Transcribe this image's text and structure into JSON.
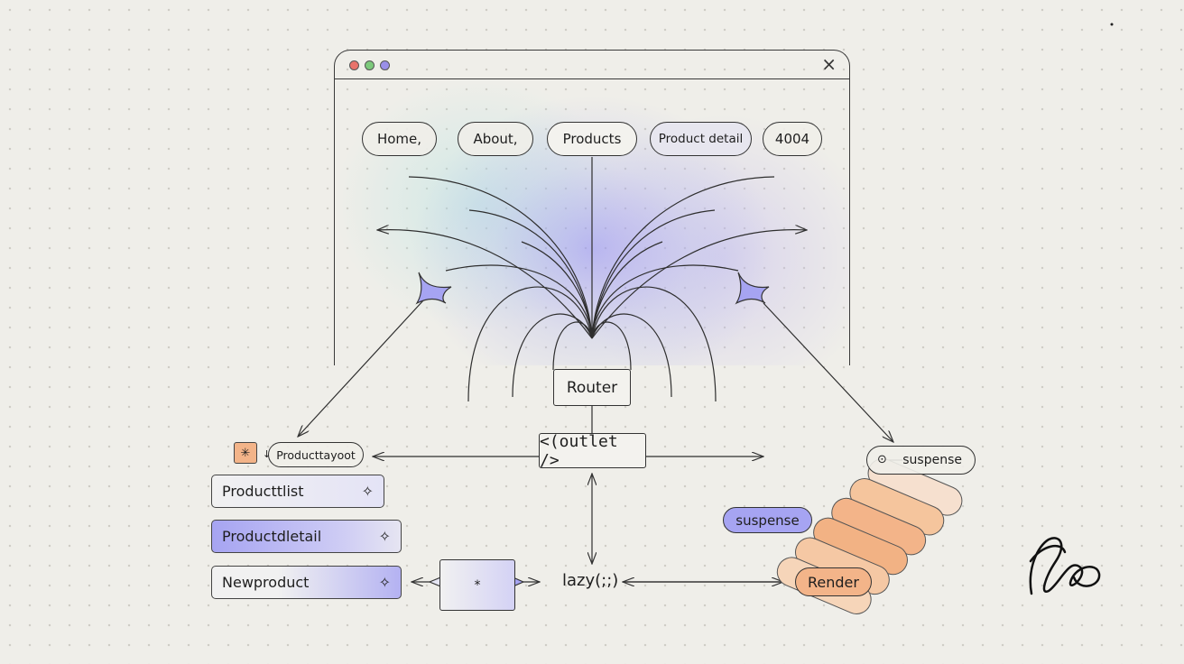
{
  "tabs": [
    "Home,",
    "About,",
    "Products",
    "Product detail",
    "4004"
  ],
  "router": "Router",
  "outlet": "<(outlet />",
  "layout": {
    "icon_glyph": "✳",
    "caret": "↓",
    "label": "Producttayoot"
  },
  "routes": [
    {
      "label": "Producttlist",
      "icon_glyph": "✧"
    },
    {
      "label": "Productdletail",
      "icon_glyph": "✧"
    },
    {
      "label": "Newproduct",
      "icon_glyph": "✧"
    }
  ],
  "lazy_label": "lazy(;;)",
  "lazy_box_glyph": "*",
  "suspense_small": "suspense",
  "suspense_small_icon": "⊙",
  "suspense_pill": "suspense",
  "render": "Render",
  "colors": {
    "accent_purple": "#a6a4f2",
    "accent_orange": "#f3b489",
    "window_close": "×",
    "dot_red": "#e8736b",
    "dot_green": "#7cc97b",
    "dot_purple": "#9a8fe8"
  }
}
